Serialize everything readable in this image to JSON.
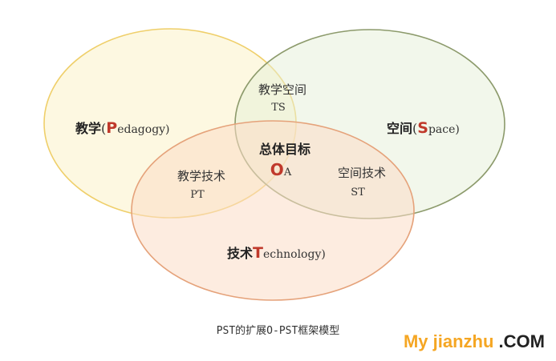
{
  "diagram": {
    "circles": [
      {
        "key": "pedagogy",
        "fill": "#fbf3c8",
        "stroke": "#efcf6a",
        "fill_opacity": 0.55
      },
      {
        "key": "space",
        "fill": "#e6efd8",
        "stroke": "#8c9a6b",
        "fill_opacity": 0.5
      },
      {
        "key": "technology",
        "fill": "#fbdcc6",
        "stroke": "#e5a27a",
        "fill_opacity": 0.55
      }
    ],
    "labels": {
      "pedagogy": {
        "zh": "教学",
        "open": "(",
        "initial": "P",
        "rest": "edagogy)"
      },
      "space": {
        "zh": "空间",
        "open": "(",
        "initial": "S",
        "rest": "pace)"
      },
      "technology": {
        "zh": "技术",
        "initial": "T",
        "rest": "echnology)"
      },
      "ts": {
        "zh": "教学空间",
        "abbr": "TS"
      },
      "pt": {
        "zh": "教学技术",
        "abbr": "PT"
      },
      "st": {
        "zh": "空间技术",
        "abbr": "ST"
      },
      "center": {
        "zh": "总体目标",
        "initial": "O",
        "rest": "A"
      }
    }
  },
  "caption": "PST的扩展O-PST框架模型",
  "watermark": {
    "part1": "My jianzhu",
    "part2": " .COM"
  },
  "colors": {
    "accent_red": "#c0392b",
    "watermark_orange": "#f5a623"
  }
}
